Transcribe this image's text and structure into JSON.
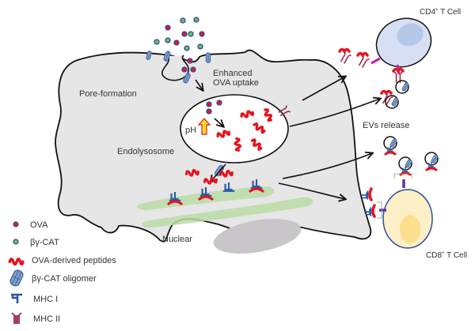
{
  "labels": {
    "pore_formation": "Pore-formation",
    "enhanced_uptake_line1": "Enhanced",
    "enhanced_uptake_line2": "OVA uptake",
    "endolysosome": "Endolysosome",
    "ph": "pH",
    "nuclear": "Nuclear",
    "evs_release": "EVs release",
    "cd4_prefix": "CD4",
    "cd4_sup": "+",
    "cd4_suffix": " T Cell",
    "cd8_prefix": "CD8",
    "cd8_sup": "+",
    "cd8_suffix": " T Cell"
  },
  "legend": {
    "items": [
      {
        "label": "OVA",
        "icon": "ova-particle-icon"
      },
      {
        "label": "βγ-CAT",
        "icon": "bg-cat-particle-icon"
      },
      {
        "label": "OVA-derived peptides",
        "icon": "peptide-icon"
      },
      {
        "label": "βγ-CAT oligomer",
        "icon": "oligomer-icon"
      },
      {
        "label": "MHC I",
        "icon": "mhc-i-icon"
      },
      {
        "label": "MHC II",
        "icon": "mhc-ii-icon"
      }
    ]
  },
  "colors": {
    "cell_fill": "#e6e6e6",
    "outline": "#111111",
    "ova": "#e0182a",
    "ova_ring": "#2e4e9a",
    "bgcat": "#6bbf5a",
    "peptide": "#e8121e",
    "mhc_i": "#2e5aa8",
    "mhc_ii": "#9a2a4a",
    "oligomer": "#7fa3c8",
    "er": "#b9dca4",
    "nucleus": "#c8c6c8",
    "cd4_cell": "#d6e0f2",
    "cd4_nucleus": "#b6c8e8",
    "cd8_cell": "#fdefc6",
    "cd8_nucleus": "#fbdf8e",
    "tcr": "#c020b0",
    "tcr8": "#5a38a0",
    "ph_arrow": "#f5a623"
  }
}
